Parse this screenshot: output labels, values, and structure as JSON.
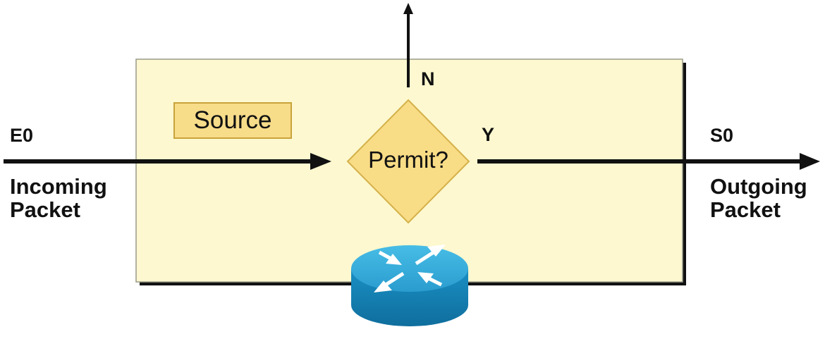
{
  "diagram": {
    "input_interface": "E0",
    "input_label_line1": "Incoming",
    "input_label_line2": "Packet",
    "output_interface": "S0",
    "output_label_line1": "Outgoing",
    "output_label_line2": "Packet",
    "source_label": "Source",
    "decision_label": "Permit?",
    "yes_label": "Y",
    "no_label": "N"
  },
  "colors": {
    "panel_fill": "#fdf8cf",
    "panel_border": "#9a9a8a",
    "panel_shadow": "#111111",
    "source_fill": "#f7dc8a",
    "decision_fill": "#f9dc86",
    "decision_stroke": "#d4b14a",
    "arrow": "#111111",
    "router_top": "#2fa8d8",
    "router_side": "#1688bc"
  },
  "icons": {
    "router": "router-icon"
  }
}
